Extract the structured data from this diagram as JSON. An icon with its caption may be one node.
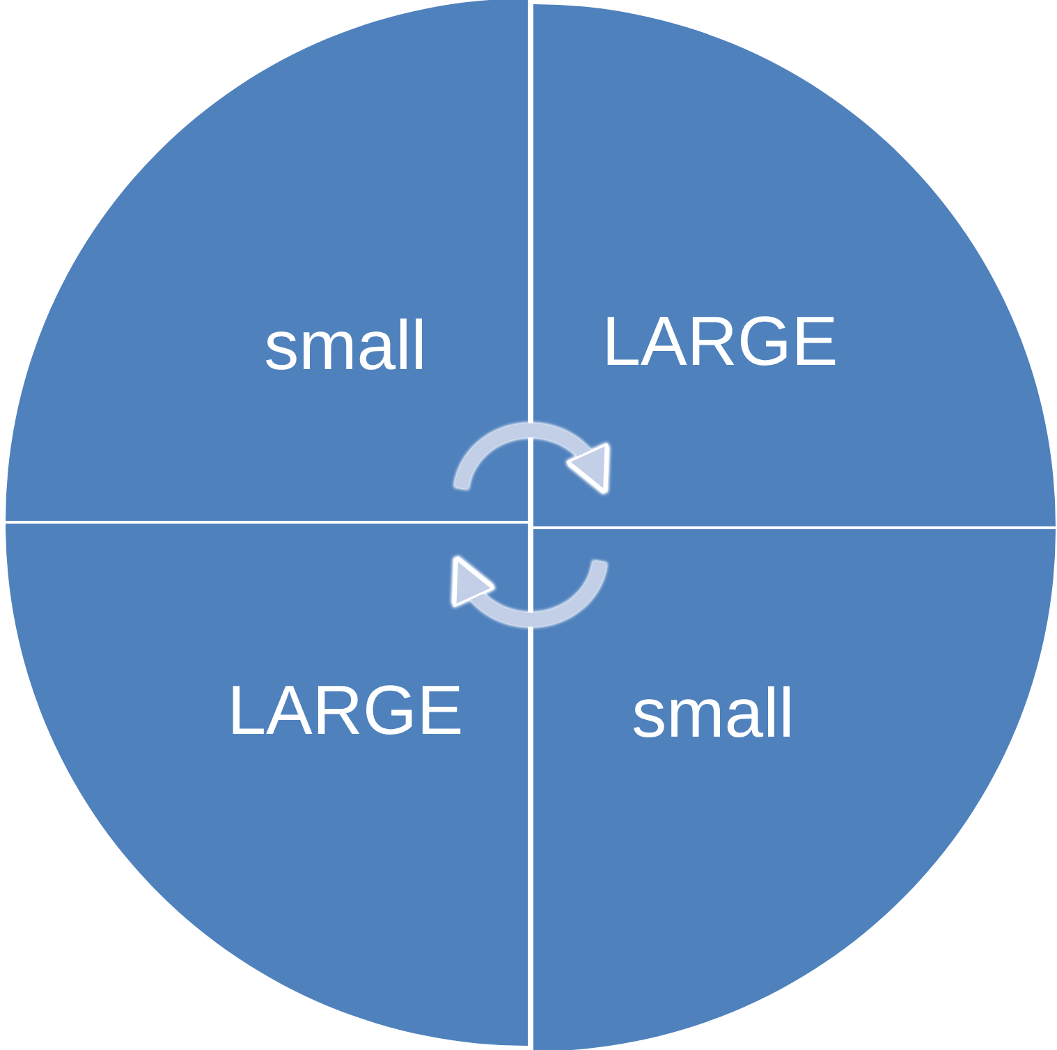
{
  "diagram": {
    "nodes": [
      {
        "text": [
          "small"
        ]
      },
      {
        "text": [
          "LARGE"
        ]
      },
      {
        "text": [
          "LARGE"
        ]
      },
      {
        "text": [
          "small"
        ]
      }
    ],
    "edges": [
      {
        "from": 0,
        "to": 1,
        "arrow": "to"
      },
      {
        "from": 3,
        "to": 2,
        "arrow": "to"
      }
    ]
  }
}
